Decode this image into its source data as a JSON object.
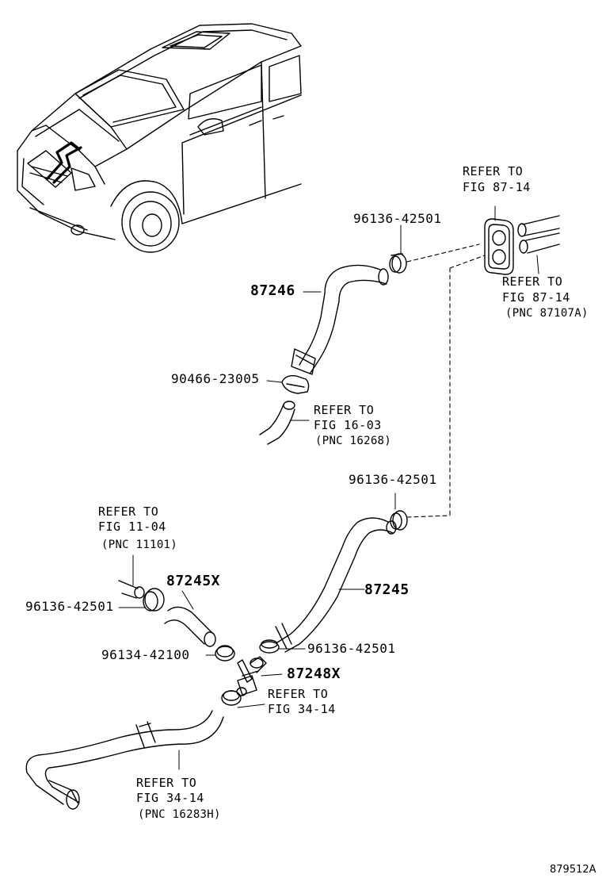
{
  "labels": {
    "hose_upper": "87246",
    "clamp_upper_right": "96136-42501",
    "clip_upper": "90466-23005",
    "refer_top_line1": "REFER TO",
    "refer_top_line2": "FIG 87-14",
    "refer_mid_line1": "REFER TO",
    "refer_mid_line2": "FIG 87-14",
    "refer_mid_pnc": "(PNC 87107A)",
    "refer_1603_line1": "REFER TO",
    "refer_1603_line2": "FIG 16-03",
    "refer_1603_pnc": "(PNC 16268)",
    "clamp_mid_right": "96136-42501",
    "refer_1104_line1": "REFER TO",
    "refer_1104_line2": "FIG 11-04",
    "refer_1104_pnc": "(PNC 11101)",
    "hose_small": "87245X",
    "clamp_left": "96136-42501",
    "hose_lower": "87245",
    "clamp_center": "96134-42100",
    "clamp_center_right": "96136-42501",
    "tee_joint": "87248X",
    "refer_3414a_line1": "REFER TO",
    "refer_3414a_line2": "FIG 34-14",
    "refer_3414b_line1": "REFER TO",
    "refer_3414b_line2": "FIG 34-14",
    "refer_3414b_pnc": "(PNC 16283H)",
    "diagram_code": "879512A"
  }
}
